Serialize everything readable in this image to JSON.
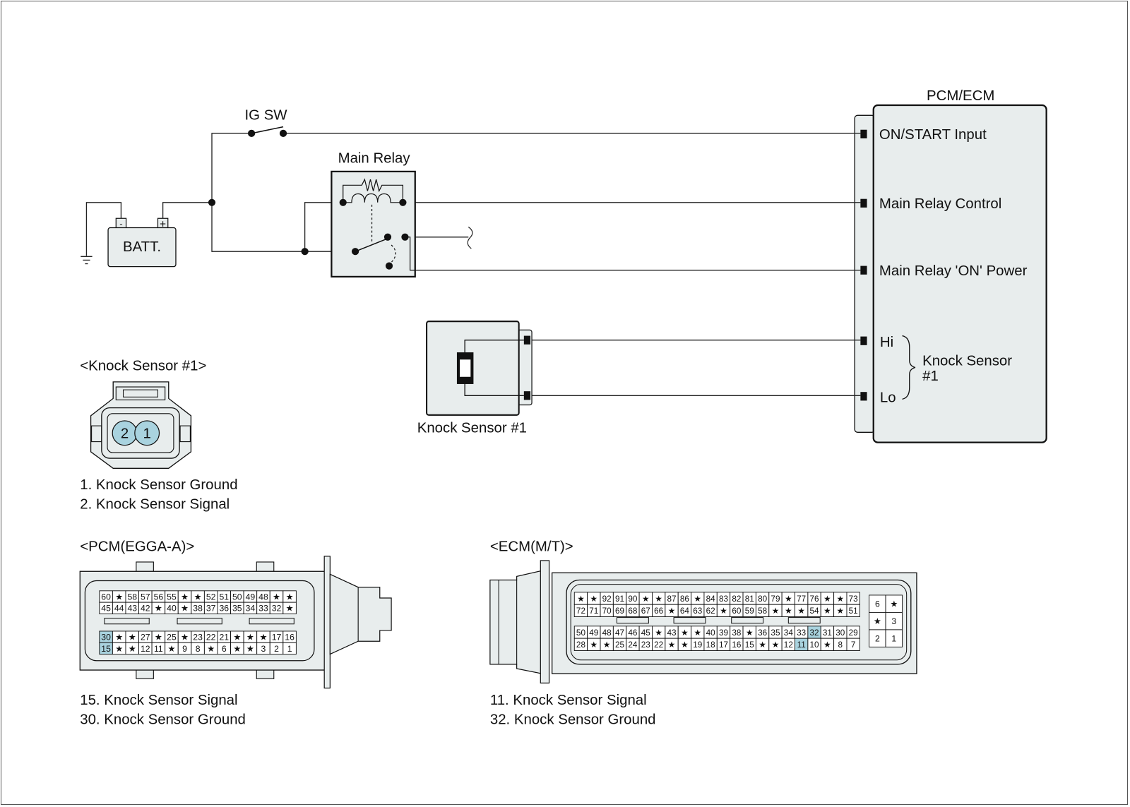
{
  "colors": {
    "wire": "#222222",
    "fill_box": "#e8eded",
    "fill_pin_highlight": "#a9d3df",
    "stroke": "#111111"
  },
  "labels": {
    "ig_sw": "IG SW",
    "main_relay": "Main Relay",
    "batt": "BATT.",
    "batt_minus": "-",
    "batt_plus": "+",
    "pcm_ecm": "PCM/ECM",
    "on_start_input": "ON/START Input",
    "main_relay_control": "Main Relay Control",
    "main_relay_on_power": "Main Relay 'ON' Power",
    "hi": "Hi",
    "lo": "Lo",
    "knock_sensor_ecu_line1": "Knock Sensor",
    "knock_sensor_ecu_line2": "#1",
    "knock_sensor_component": "Knock Sensor #1"
  },
  "knock_connector": {
    "title": "<Knock Sensor #1>",
    "pins": [
      "2",
      "1"
    ],
    "legend": [
      "1. Knock Sensor Ground",
      "2. Knock Sensor Signal"
    ]
  },
  "pcm": {
    "title": "<PCM(EGGA-A)>",
    "top_rows": [
      [
        "60",
        "★",
        "58",
        "57",
        "56",
        "55",
        "★",
        "★",
        "52",
        "51",
        "50",
        "49",
        "48",
        "★",
        "★"
      ],
      [
        "45",
        "44",
        "43",
        "42",
        "★",
        "40",
        "★",
        "38",
        "37",
        "36",
        "35",
        "34",
        "33",
        "32",
        "★"
      ]
    ],
    "bottom_rows": [
      [
        "30",
        "★",
        "★",
        "27",
        "★",
        "25",
        "★",
        "23",
        "22",
        "21",
        "★",
        "★",
        "★",
        "17",
        "16"
      ],
      [
        "15",
        "★",
        "★",
        "12",
        "11",
        "★",
        "9",
        "8",
        "★",
        "6",
        "★",
        "★",
        "3",
        "2",
        "1"
      ]
    ],
    "highlighted": [
      "30",
      "15"
    ],
    "legend": [
      "15. Knock Sensor Signal",
      "30. Knock Sensor Ground"
    ]
  },
  "ecm": {
    "title": "<ECM(M/T)>",
    "top_rows": [
      [
        "★",
        "★",
        "92",
        "91",
        "90",
        "★",
        "★",
        "87",
        "86",
        "★",
        "84",
        "83",
        "82",
        "81",
        "80",
        "79",
        "★",
        "77",
        "76",
        "★",
        "★",
        "73"
      ],
      [
        "72",
        "71",
        "70",
        "69",
        "68",
        "67",
        "66",
        "★",
        "64",
        "63",
        "62",
        "★",
        "60",
        "59",
        "58",
        "★",
        "★",
        "★",
        "54",
        "★",
        "★",
        "51"
      ]
    ],
    "bottom_rows": [
      [
        "50",
        "49",
        "48",
        "47",
        "46",
        "45",
        "★",
        "43",
        "★",
        "★",
        "40",
        "39",
        "38",
        "★",
        "36",
        "35",
        "34",
        "33",
        "32",
        "31",
        "30",
        "29"
      ],
      [
        "28",
        "★",
        "★",
        "25",
        "24",
        "23",
        "22",
        "★",
        "★",
        "19",
        "18",
        "17",
        "16",
        "15",
        "★",
        "★",
        "12",
        "11",
        "10",
        "★",
        "8",
        "7"
      ]
    ],
    "side_block": [
      [
        "6",
        "★"
      ],
      [
        "★",
        "3"
      ],
      [
        "2",
        "1"
      ]
    ],
    "highlighted": [
      "32",
      "11"
    ],
    "legend": [
      "11. Knock Sensor Signal",
      "32. Knock Sensor Ground"
    ]
  }
}
